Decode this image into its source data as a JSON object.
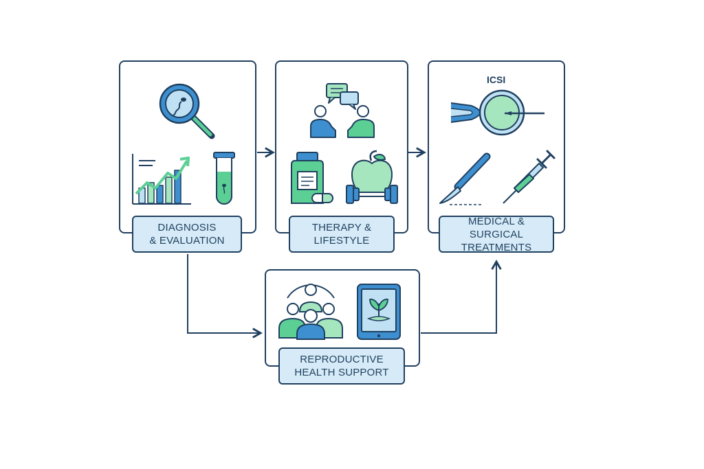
{
  "colors": {
    "outline": "#1f3f5f",
    "blue": "#3d8fd0",
    "lightBlue": "#bfe1f3",
    "green": "#5ccf95",
    "lightGreen": "#a6e6bf",
    "labelFill": "#d6ebf7"
  },
  "panels": {
    "diagnosis": {
      "label_line1": "DIAGNOSIS",
      "label_line2": "& EVALUATION",
      "icons": [
        "magnifier-sperm-icon",
        "growth-chart-icon",
        "test-tube-icon"
      ]
    },
    "therapy": {
      "label_line1": "THERAPY &",
      "label_line2": "LIFESTYLE",
      "icons": [
        "counseling-icon",
        "medicine-bottle-icon",
        "apple-dumbbell-icon"
      ]
    },
    "treatments": {
      "label_line1": "MEDICAL & SURGICAL",
      "label_line2": "TREATMENTS",
      "icsi_text": "ICSI",
      "icons": [
        "icsi-injection-icon",
        "scalpel-icon",
        "syringe-icon"
      ]
    },
    "support": {
      "label_line1": "REPRODUCTIVE",
      "label_line2": "HEALTH SUPPORT",
      "icons": [
        "support-group-icon",
        "tablet-plant-icon"
      ]
    }
  }
}
